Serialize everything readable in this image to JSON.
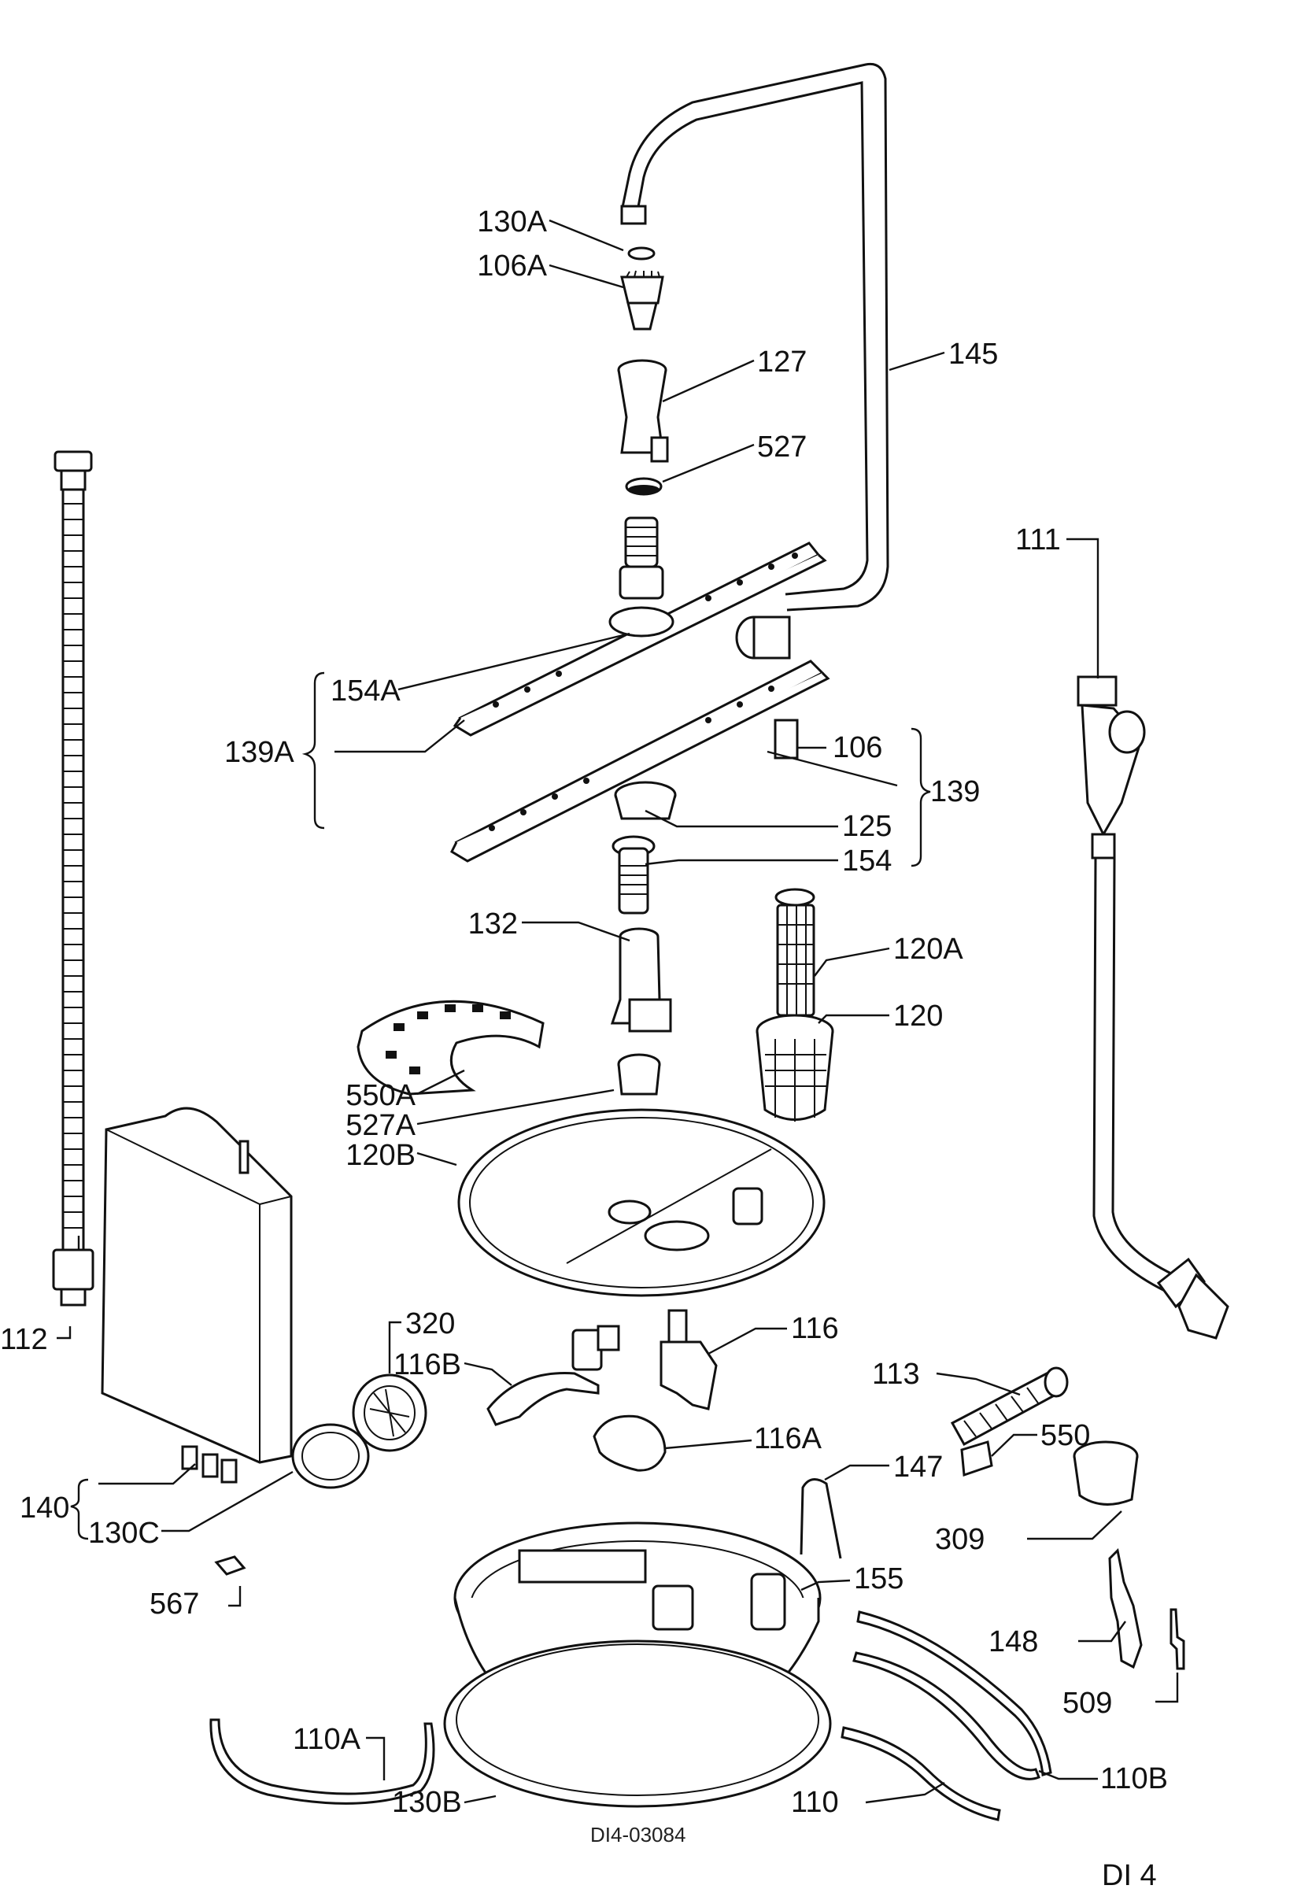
{
  "labels": {
    "l130a": "130A",
    "l106a": "106A",
    "l127": "127",
    "l145": "145",
    "l527": "527",
    "l111": "111",
    "l154a": "154A",
    "l139a": "139A",
    "l106": "106",
    "l139": "139",
    "l125": "125",
    "l154": "154",
    "l132": "132",
    "l120a": "120A",
    "l120": "120",
    "l550a": "550A",
    "l527a": "527A",
    "l120b": "120B",
    "l112": "112",
    "l320": "320",
    "l116": "116",
    "l116b": "116B",
    "l113": "113",
    "l116a": "116A",
    "l550": "550",
    "l147": "147",
    "l140": "140",
    "l130c": "130C",
    "l309": "309",
    "l567": "567",
    "l155": "155",
    "l148": "148",
    "l509": "509",
    "l110a": "110A",
    "l110b": "110B",
    "l130b": "130B",
    "l110": "110"
  },
  "drawing_number": "DI4-03084",
  "sheet_id": "DI 4"
}
